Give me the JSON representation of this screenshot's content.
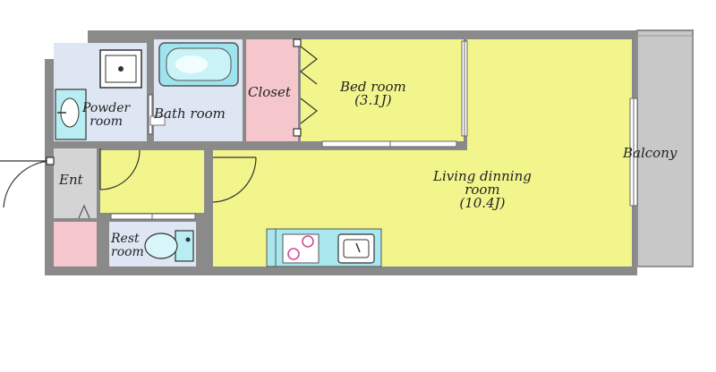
{
  "rooms": {
    "powder_room": {
      "line1": "Powder",
      "line2": "room"
    },
    "bath_room": {
      "label": "Bath room"
    },
    "closet": {
      "label": "Closet"
    },
    "bed_room": {
      "line1": "Bed room",
      "line2": "(3.1J)"
    },
    "entrance": {
      "label": "Ent"
    },
    "rest_room": {
      "line1": "Rest",
      "line2": "room"
    },
    "living_dining": {
      "line1": "Living  dinning",
      "line2": "room",
      "line3": "(10.4J)"
    },
    "balcony": {
      "label": "Balcony"
    }
  },
  "colors": {
    "wall": "#8a8a8a",
    "living_floor": "#f2f58c",
    "wet_floor": "#dde6f2",
    "closet_floor": "#f5c7cc",
    "entrance_floor": "#d4d4d4",
    "balcony_floor": "#c8c8c8",
    "bath_tub": "#9fe3ee",
    "kitchen_counter": "#a9e6ee"
  }
}
